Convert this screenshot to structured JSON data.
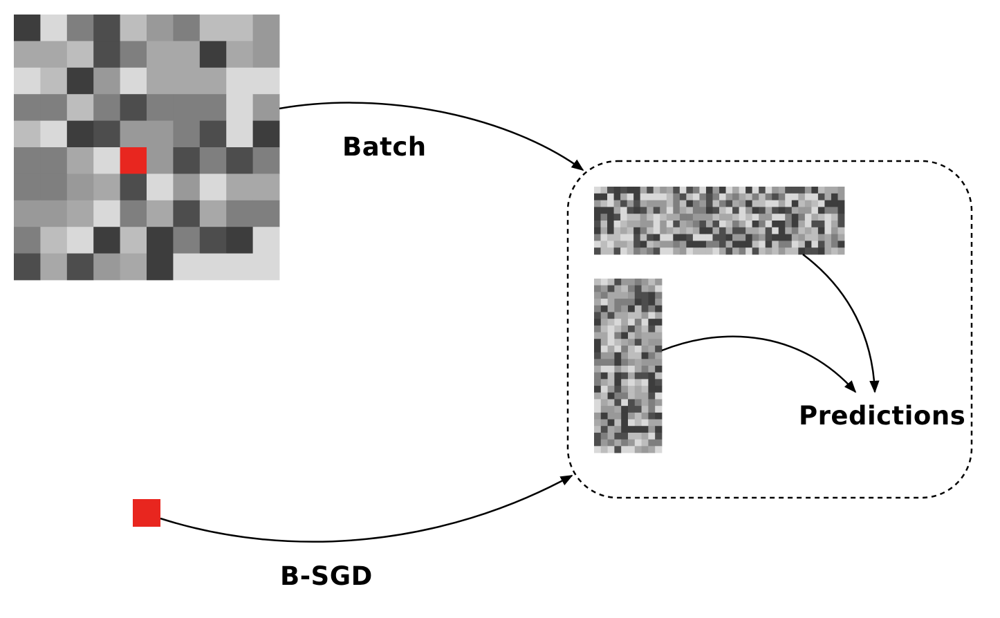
{
  "labels": {
    "batch": "Batch",
    "bsgd": "B-SGD",
    "predictions": "Predictions"
  },
  "colors": {
    "highlight": "#e8261f",
    "arrow": "#000000",
    "gray_levels": [
      "#3d3d3d",
      "#4d4d4d",
      "#7f7f7f",
      "#999999",
      "#a8a8a8",
      "#bdbdbd",
      "#d9d9d9"
    ]
  },
  "matrix": {
    "rows": 10,
    "cols": 10,
    "highlight_cell": [
      4,
      5
    ]
  },
  "factor_row": {
    "rows": 10,
    "cols": 38
  },
  "factor_col": {
    "rows": 26,
    "cols": 10
  }
}
